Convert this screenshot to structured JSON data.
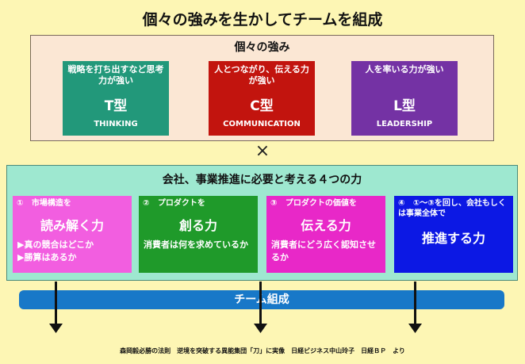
{
  "title": "個々の強みを生かしてチームを組成",
  "strengths": {
    "heading": "個々の強み",
    "cards": [
      {
        "desc": "戦略を打ち出すなど思考力が強い",
        "label": "T型",
        "sub": "THINKING",
        "color": "#22987a"
      },
      {
        "desc": "人とつながり、伝える力が強い",
        "label": "C型",
        "sub": "COMMUNICATION",
        "color": "#c2140e"
      },
      {
        "desc": "人を率いる力が強い",
        "label": "L型",
        "sub": "LEADERSHIP",
        "color": "#7432a4"
      }
    ]
  },
  "times_symbol": "×",
  "forces": {
    "heading": "会社、事業推進に必要と考える４つの力",
    "cards": [
      {
        "num": "①",
        "head": "市場構造を",
        "main": "読み解く力",
        "body": [
          "▶真の競合はどこか",
          "▶勝算はあるか"
        ],
        "color": "#f25ee0"
      },
      {
        "num": "②",
        "head": "プロダクトを",
        "main": "創る力",
        "body": [
          "消費者は何を求めているか"
        ],
        "color": "#1f9a2a"
      },
      {
        "num": "③",
        "head": "プロダクトの価値を",
        "main": "伝える力",
        "body": [
          "消費者にどう広く認知させるか"
        ],
        "color": "#e828c8"
      },
      {
        "num": "④",
        "head": "①〜③を回し、会社もしくは事業全体で",
        "main": "推進する力",
        "body": [],
        "color": "#0c18e4"
      }
    ]
  },
  "team_bar": "チーム組成",
  "credit": "森岡毅必勝の法則　逆境を突破する異能集団「刀」に実像　日経ビジネス中山玲子　日経ＢＰ　より"
}
